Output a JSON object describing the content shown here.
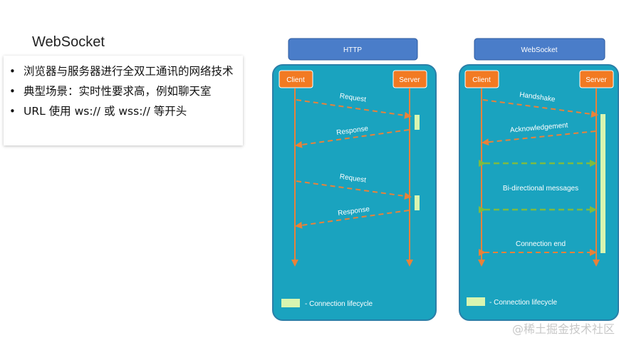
{
  "title": "WebSocket",
  "bullets": [
    "浏览器与服务器进行全双工通讯的网络技术",
    "典型场景：实时性要求高，例如聊天室",
    "URL 使用 ws:// 或 wss:// 等开头"
  ],
  "http": {
    "header": "HTTP",
    "client": "Client",
    "server": "Server",
    "messages": [
      "Request",
      "Response",
      "Request",
      "Response"
    ],
    "legend": "- Connection lifecycle"
  },
  "ws": {
    "header": "WebSocket",
    "client": "Client",
    "server": "Server",
    "handshake": "Handshake",
    "acknowledgement": "Acknowledgement",
    "bidirectional": "Bi-directional messages",
    "connection_end": "Connection end",
    "legend": "- Connection lifecycle"
  },
  "watermark": "@稀土掘金技术社区",
  "colors": {
    "panel_bg": "#1aa3bf",
    "panel_border": "#2a7fa8",
    "header_bg": "#4a7dc9",
    "node_bg": "#f27a22",
    "arrow": "#e8823a",
    "green_arrow": "#7dbb42",
    "lifecycle": "#d8f5b0"
  }
}
